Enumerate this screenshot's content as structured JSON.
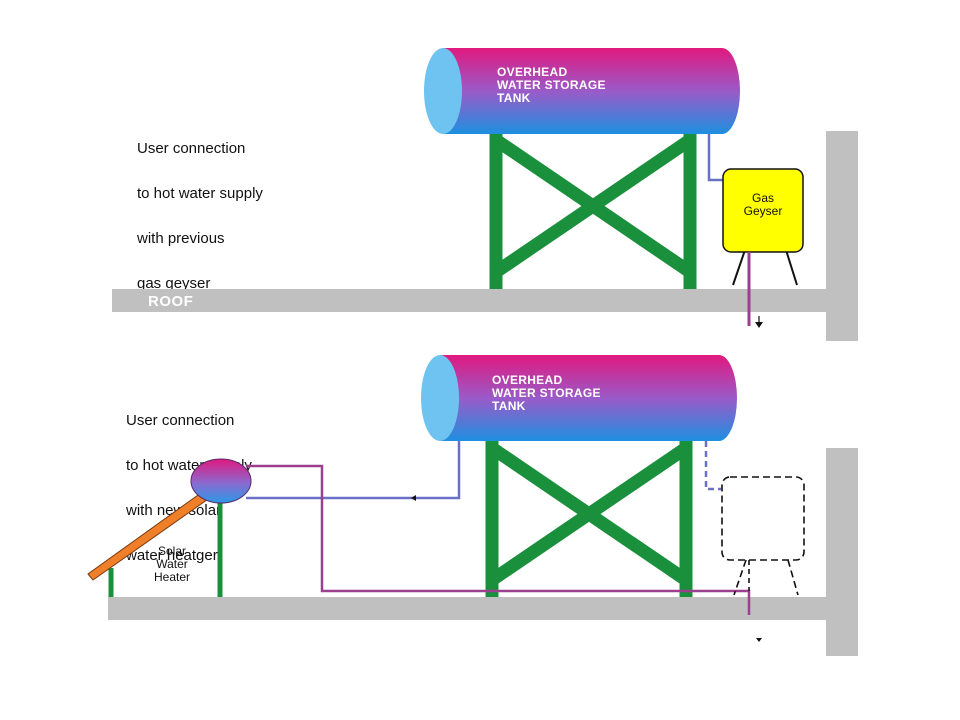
{
  "top_scene": {
    "caption_lines": [
      "User connection",
      "to hot water supply",
      "with previous",
      "gas geyser"
    ],
    "tank_label_lines": [
      "OVERHEAD",
      "WATER STORAGE",
      "TANK"
    ],
    "roof_label": "ROOF",
    "geyser_label_lines": [
      "Gas",
      "Geyser"
    ]
  },
  "bottom_scene": {
    "caption_lines": [
      "User connection",
      "to hot water supply",
      "with new solar",
      "water heatger"
    ],
    "tank_label_lines": [
      "OVERHEAD",
      "WATER STORAGE",
      "TANK"
    ],
    "solar_label_lines": [
      "Solar",
      "Water",
      "Heater"
    ]
  },
  "colors": {
    "tank_top": "#e0197f",
    "tank_bottom": "#1e90e0",
    "tank_cap": "#6fc3f0",
    "stand": "#1a8f3c",
    "roof": "#c0c0c0",
    "cold_pipe": "#6a6fc8",
    "hot_pipe": "#9b3f8f",
    "geyser": "#ffff00",
    "collector": "#f07f2a"
  }
}
